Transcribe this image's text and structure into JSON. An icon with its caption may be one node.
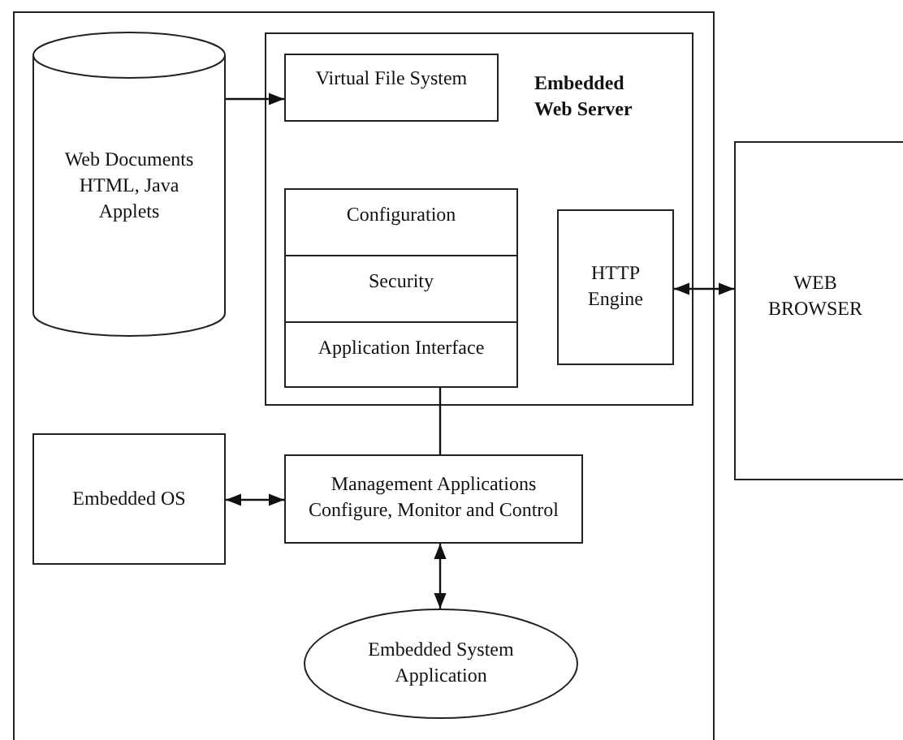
{
  "diagram": {
    "nodes": [
      {
        "text": [],
        "shape": "box"
      },
      {
        "text": [
          "Web Documents HTML, Java Applets"
        ],
        "in": 0
      },
      {
        "text": [
          "Embedded Web Server"
        ],
        "in": 0
      },
      {
        "text": [
          "Virtual File System"
        ],
        "in": 2
      },
      {
        "text": [
          "Configuration"
        ],
        "in": 2
      },
      {
        "text": [
          "Security"
        ],
        "in": 2
      },
      {
        "text": [
          "Application Interface"
        ],
        "in": 2
      },
      {
        "text": [
          "HTTP Engine"
        ],
        "in": 2
      },
      {
        "text": [
          "WEB BROWSER"
        ]
      },
      {
        "text": [
          "Embedded OS"
        ],
        "in": 0
      },
      {
        "text": [
          "Management Applications Configure, Monitor and Control"
        ],
        "in": 0
      },
      {
        "text": [
          "Embedded System Application"
        ],
        "in": 0
      }
    ],
    "edges": [
      {
        "from": 1,
        "to": 3,
        "arrow": "to"
      },
      {
        "from": 7,
        "to": 8,
        "arrow": "both"
      },
      {
        "from": 6,
        "to": 10,
        "arrow": "none"
      },
      {
        "from": 9,
        "to": 10,
        "arrow": "both"
      },
      {
        "from": 10,
        "to": 11,
        "arrow": "both"
      }
    ]
  }
}
